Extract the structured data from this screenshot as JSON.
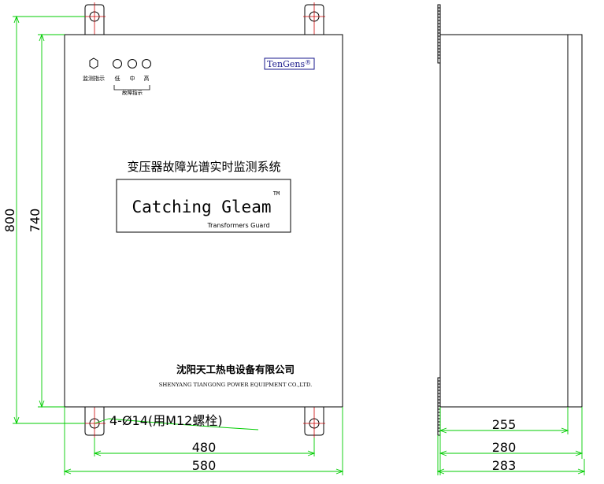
{
  "front_panel": {
    "indicator_label_monitor": "监测指示",
    "indicator_label_low": "低",
    "indicator_label_mid": "中",
    "indicator_label_high": "高",
    "fault_group_label": "故障指示",
    "brand_logo": "TenGens",
    "brand_mark": "®",
    "system_title": "变压器故障光谱实时监测系统",
    "product_name": "Catching Gleam",
    "trademark": "TM",
    "product_tagline": "Transformers Guard",
    "company_cn": "沈阳天工热电设备有限公司",
    "company_en": "SHENYANG TIANGONG POWER EQUIPMENT CO.,LTD."
  },
  "dimensions": {
    "overall_height": "800",
    "body_height": "740",
    "hole_note": "4-Ø14(用M12螺栓)",
    "hole_spacing": "480",
    "overall_width": "580",
    "depth_inner": "255",
    "depth_body": "280",
    "depth_overall": "283"
  },
  "colors": {
    "outline": "#000000",
    "dimension": "#00cc00",
    "centerline": "#cc0000",
    "logo_box": "#1a1a8c"
  }
}
